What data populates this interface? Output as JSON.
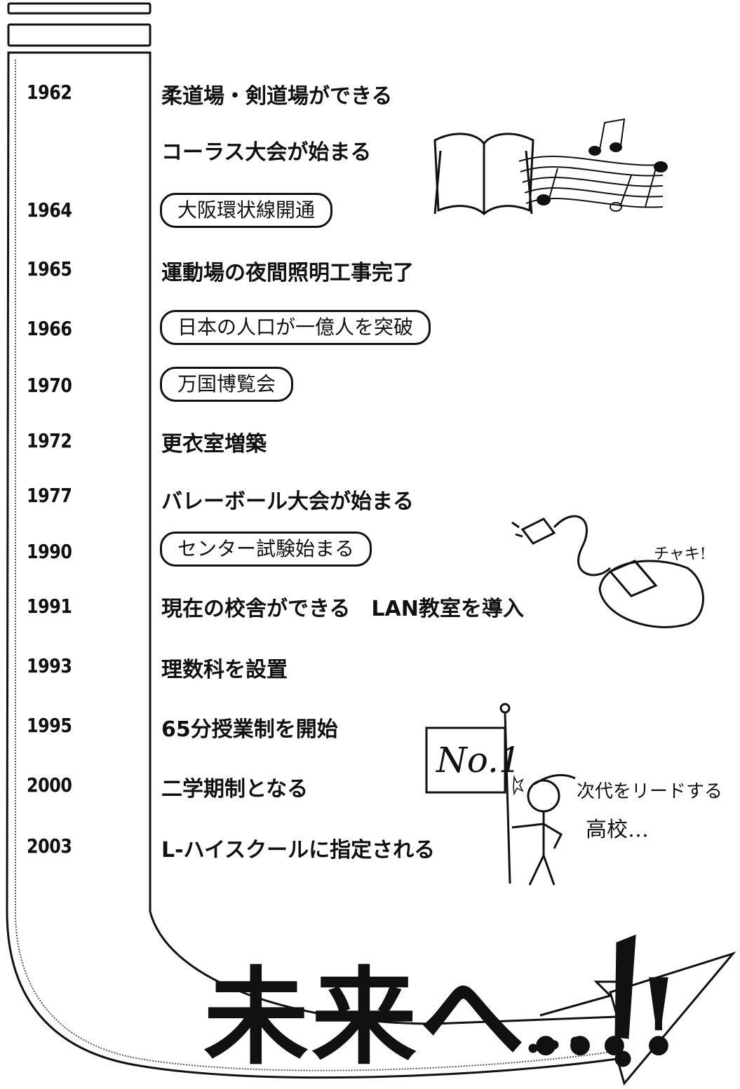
{
  "timeline": [
    {
      "year": "1962",
      "event": "柔道場・剣道場ができる",
      "style": "plain"
    },
    {
      "year": "",
      "event": "コーラス大会が始まる",
      "style": "plain"
    },
    {
      "year": "1964",
      "event": "大阪環状線開通",
      "style": "bubble"
    },
    {
      "year": "1965",
      "event": "運動場の夜間照明工事完了",
      "style": "plain"
    },
    {
      "year": "1966",
      "event": "日本の人口が一億人を突破",
      "style": "bubble"
    },
    {
      "year": "1970",
      "event": "万国博覧会",
      "style": "bubble"
    },
    {
      "year": "1972",
      "event": "更衣室増築",
      "style": "plain"
    },
    {
      "year": "1977",
      "event": "バレーボール大会が始まる",
      "style": "plain"
    },
    {
      "year": "1990",
      "event": "センター試験始まる",
      "style": "bubble"
    },
    {
      "year": "1991",
      "event": "現在の校舎ができる　LAN教室を導入",
      "style": "plain"
    },
    {
      "year": "1993",
      "event": "理数科を設置",
      "style": "plain"
    },
    {
      "year": "1995",
      "event": "65分授業制を開始",
      "style": "plain"
    },
    {
      "year": "2000",
      "event": "二学期制となる",
      "style": "plain"
    },
    {
      "year": "2003",
      "event": "L-ハイスクールに指定される",
      "style": "plain"
    }
  ],
  "illustrations": {
    "mouse_caption": "チャキ!",
    "flag_text": "No.1",
    "person_caption_line1": "次代をリードする",
    "person_caption_line2": "高校…",
    "future_text": "未来へ…!"
  }
}
